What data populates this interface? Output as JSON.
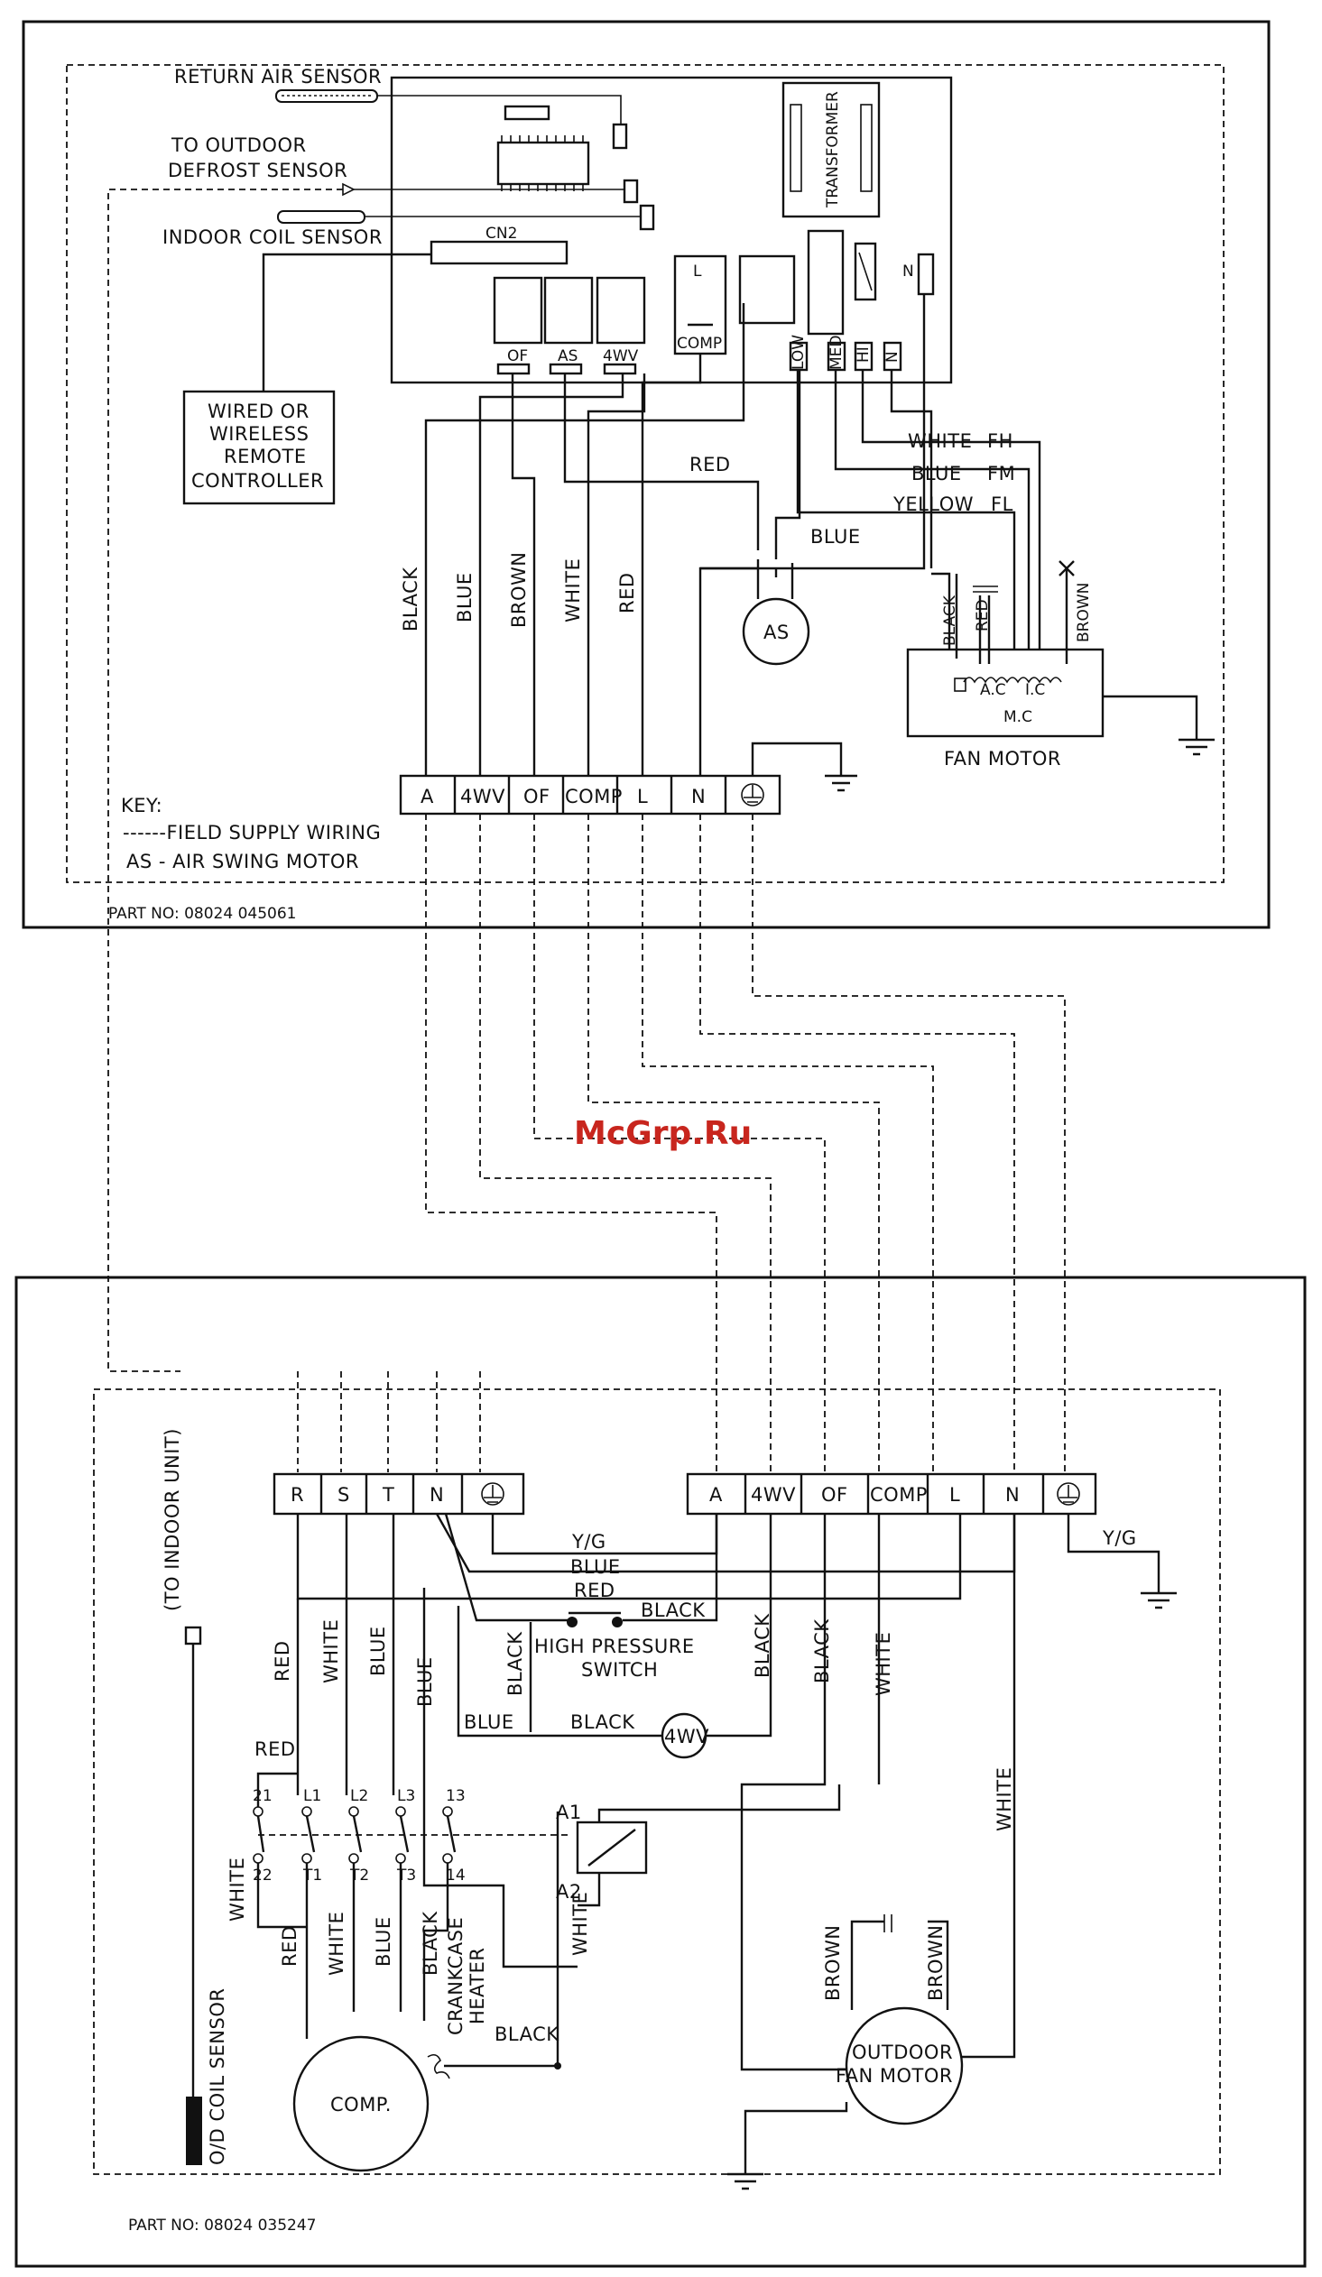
{
  "watermark": "McGrp.Ru",
  "indoor": {
    "return_air_sensor": "RETURN AIR SENSOR",
    "to_outdoor": "TO OUTDOOR",
    "defrost_sensor": "DEFROST SENSOR",
    "indoor_coil_sensor": "INDOOR COIL SENSOR",
    "cn2": "CN2",
    "transformer": "TRANSFORMER",
    "remote": [
      "WIRED OR",
      "WIRELESS",
      "REMOTE",
      "CONTROLLER"
    ],
    "relay_labels": [
      "OF",
      "AS",
      "4WV"
    ],
    "relay_l": "L",
    "relay_comp": "COMP",
    "fan_speed_pins": [
      "LOW",
      "MED",
      "HI",
      "N"
    ],
    "n_fuse": "N",
    "fan_wires": [
      {
        "color": "WHITE",
        "code": "FH"
      },
      {
        "color": "BLUE",
        "code": "FM"
      },
      {
        "color": "YELLOW",
        "code": "FL"
      }
    ],
    "wire_red": "RED",
    "wire_blue": "BLUE",
    "vertical_wires": [
      "BLACK",
      "BLUE",
      "BROWN",
      "WHITE",
      "RED"
    ],
    "as_motor": "AS",
    "fan_motor_wires": [
      "BLACK",
      "RED",
      "BROWN"
    ],
    "fan_motor_terms": [
      "A.C",
      "I.C",
      "M.C"
    ],
    "fan_motor": "FAN MOTOR",
    "terminal": [
      "A",
      "4WV",
      "OF",
      "COMP",
      "L",
      "N"
    ],
    "key_title": "KEY:",
    "key_field": "------FIELD SUPPLY WIRING",
    "key_as": "AS - AIR SWING MOTOR",
    "part_no": "PART NO: 08024 045061"
  },
  "outdoor": {
    "to_indoor_unit": "(TO INDOOR UNIT)",
    "power_terminal": [
      "R",
      "S",
      "T",
      "N"
    ],
    "indoor_terminal": [
      "A",
      "4WV",
      "OF",
      "COMP",
      "L",
      "N"
    ],
    "yg": "Y/G",
    "yg2": "Y/G",
    "h_blue": "BLUE",
    "h_red": "RED",
    "h_black": "BLACK",
    "hp_switch": [
      "HIGH PRESSURE",
      "SWITCH"
    ],
    "v_red": "RED",
    "v_white": "WHITE",
    "v_blue": "BLUE",
    "v_blue2": "BLUE",
    "v_black": "BLACK",
    "v_black2": "BLACK",
    "v_black3": "BLACK",
    "v_white2": "WHITE",
    "v_white3": "WHITE",
    "blue_4wv": "BLUE",
    "black_4wv": "BLACK",
    "fwv": "4WV",
    "contactor_top": [
      "21",
      "L1",
      "L2",
      "L3",
      "13"
    ],
    "contactor_bottom": [
      "22",
      "T1",
      "T2",
      "T3",
      "14"
    ],
    "coil_a1": "A1",
    "coil_a2": "A2",
    "red_aux": "RED",
    "white_aux": "WHITE",
    "comp_wires": [
      "RED",
      "WHITE",
      "BLUE",
      "BLACK"
    ],
    "crankcase": [
      "CRANKCASE",
      "HEATER"
    ],
    "comp_white": "WHITE",
    "comp_black": "BLACK",
    "comp": "COMP.",
    "od_coil_sensor": "O/D COIL SENSOR",
    "fan_brown1": "BROWN",
    "fan_brown2": "BROWN",
    "outdoor_fan": [
      "OUTDOOR",
      "FAN MOTOR"
    ],
    "part_no": "PART NO: 08024 035247"
  }
}
